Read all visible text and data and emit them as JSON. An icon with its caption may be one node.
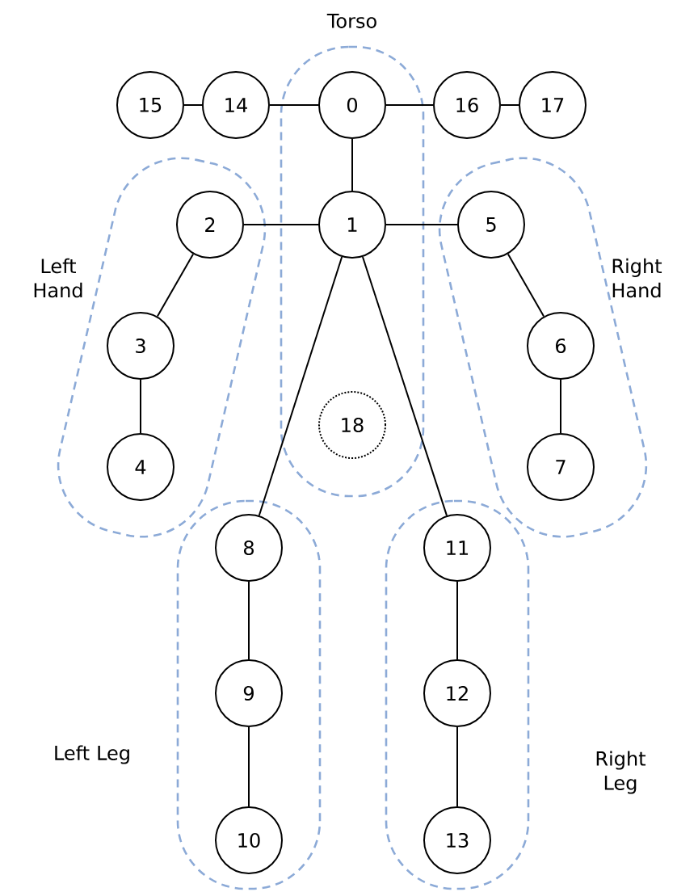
{
  "diagram": {
    "nodes": [
      {
        "text": [
          "Torso"
        ]
      },
      {
        "text": [
          "15"
        ]
      },
      {
        "text": [
          "14"
        ]
      },
      {
        "text": [
          "0"
        ],
        "in": 0
      },
      {
        "text": [
          "16"
        ]
      },
      {
        "text": [
          "17"
        ]
      },
      {
        "text": [
          "Left Hand"
        ]
      },
      {
        "text": [
          "2"
        ],
        "in": 6
      },
      {
        "text": [
          "1"
        ],
        "in": 0
      },
      {
        "text": [
          "Right Hand"
        ]
      },
      {
        "text": [
          "5"
        ],
        "in": 9
      },
      {
        "text": [
          "3"
        ],
        "in": 6
      },
      {
        "text": [
          "6"
        ],
        "in": 9
      },
      {
        "text": [
          "18"
        ],
        "in": 0
      },
      {
        "text": [
          "4"
        ],
        "in": 6
      },
      {
        "text": [
          "7"
        ],
        "in": 9
      },
      {
        "text": [
          "Left Leg"
        ]
      },
      {
        "text": [
          "8"
        ],
        "in": 16
      },
      {
        "text": [
          "Right Leg"
        ]
      },
      {
        "text": [
          "11"
        ],
        "in": 18
      },
      {
        "text": [
          "9"
        ],
        "in": 16
      },
      {
        "text": [
          "12"
        ],
        "in": 18
      },
      {
        "text": [
          "10"
        ],
        "in": 16
      },
      {
        "text": [
          "13"
        ],
        "in": 18
      }
    ],
    "edges": [
      {
        "from": 1,
        "to": 2,
        "arrow": "none"
      },
      {
        "from": 2,
        "to": 3,
        "arrow": "none"
      },
      {
        "from": 3,
        "to": 4,
        "arrow": "none"
      },
      {
        "from": 4,
        "to": 5,
        "arrow": "none"
      },
      {
        "from": 3,
        "to": 8,
        "arrow": "none"
      },
      {
        "from": 8,
        "to": 7,
        "arrow": "none"
      },
      {
        "from": 8,
        "to": 10,
        "arrow": "none"
      },
      {
        "from": 7,
        "to": 11,
        "arrow": "none"
      },
      {
        "from": 11,
        "to": 14,
        "arrow": "none"
      },
      {
        "from": 10,
        "to": 12,
        "arrow": "none"
      },
      {
        "from": 12,
        "to": 15,
        "arrow": "none"
      },
      {
        "from": 8,
        "to": 17,
        "arrow": "none"
      },
      {
        "from": 17,
        "to": 20,
        "arrow": "none"
      },
      {
        "from": 20,
        "to": 22,
        "arrow": "none"
      },
      {
        "from": 8,
        "to": 19,
        "arrow": "none"
      },
      {
        "from": 19,
        "to": 21,
        "arrow": "none"
      },
      {
        "from": 21,
        "to": 23,
        "arrow": "none"
      }
    ]
  }
}
